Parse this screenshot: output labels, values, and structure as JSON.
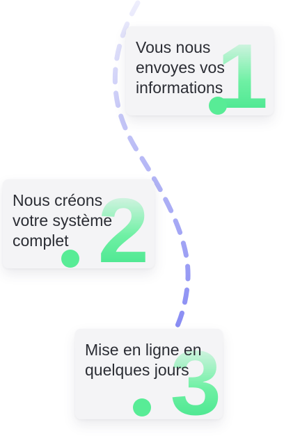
{
  "steps": [
    {
      "text": "Vous nous envoyes vos informations",
      "number": "1"
    },
    {
      "text": "Nous créons votre système complet",
      "number": "2"
    },
    {
      "text": "Mise en ligne en quelques jours",
      "number": "3"
    }
  ],
  "colors": {
    "card_background": "#f4f4f6",
    "text": "#2b2d34",
    "accent_green": "#58ec96",
    "path_start": "#e7e8fb",
    "path_end": "#8a8df4"
  }
}
